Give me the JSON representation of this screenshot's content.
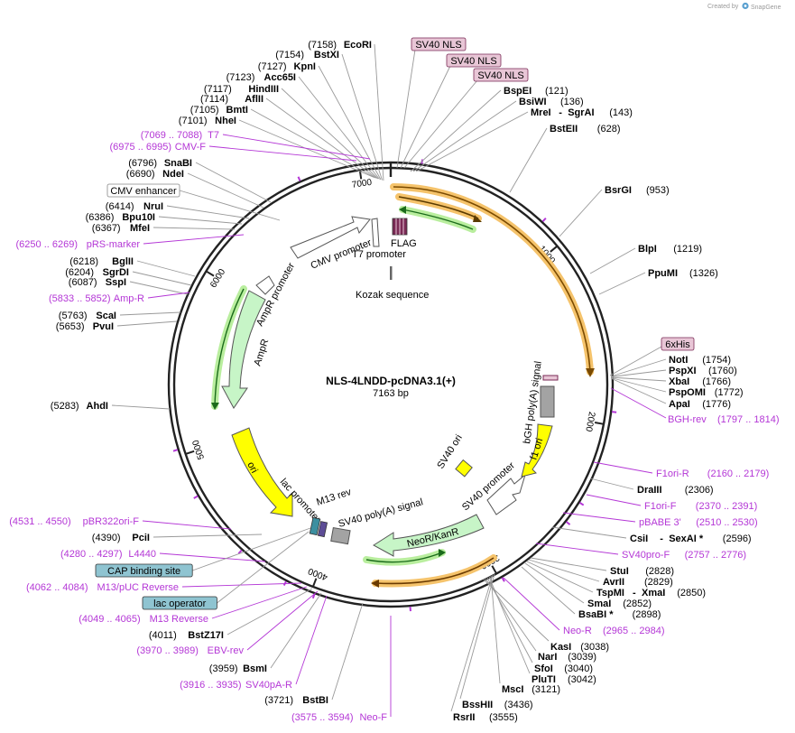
{
  "credit": "Created by",
  "brand": "SnapGene",
  "plasmid": {
    "name": "NLS-4LNDD-pcDNA3.1(+)",
    "size": "7163 bp"
  },
  "ring_ticks": [
    {
      "label": "1000"
    },
    {
      "label": "2000"
    },
    {
      "label": "3000"
    },
    {
      "label": "4000"
    },
    {
      "label": "5000"
    },
    {
      "label": "6000"
    },
    {
      "label": "7000"
    }
  ],
  "enzymes_left_top": [
    {
      "pos": "(7158)",
      "name": "EcoRI"
    },
    {
      "pos": "(7154)",
      "name": "BstXI"
    },
    {
      "pos": "(7127)",
      "name": "KpnI"
    },
    {
      "pos": "(7123)",
      "name": "Acc65I"
    },
    {
      "pos": "(7117)",
      "name": "HindIII"
    },
    {
      "pos": "(7114)",
      "name": "AflII"
    },
    {
      "pos": "(7105)",
      "name": "BmtI"
    },
    {
      "pos": "(7101)",
      "name": "NheI"
    }
  ],
  "primers_left_top": [
    {
      "range": "(7069 .. 7088)",
      "name": "T7"
    },
    {
      "range": "(6975 .. 6995)",
      "name": "CMV-F"
    }
  ],
  "left_group_2": [
    {
      "kind": "enzyme",
      "pos": "(6796)",
      "name": "SnaBI"
    },
    {
      "kind": "enzyme",
      "pos": "(6690)",
      "name": "NdeI"
    },
    {
      "kind": "boxed",
      "name": "CMV enhancer"
    },
    {
      "kind": "enzyme",
      "pos": "(6414)",
      "name": "NruI"
    },
    {
      "kind": "enzyme",
      "pos": "(6386)",
      "name": "Bpu10I"
    },
    {
      "kind": "enzyme",
      "pos": "(6367)",
      "name": "MfeI"
    },
    {
      "kind": "primer",
      "range": "(6250 .. 6269)",
      "name": "pRS-marker"
    },
    {
      "kind": "enzyme",
      "pos": "(6218)",
      "name": "BglII"
    },
    {
      "kind": "enzyme",
      "pos": "(6204)",
      "name": "SgrDI"
    },
    {
      "kind": "enzyme",
      "pos": "(6087)",
      "name": "SspI"
    },
    {
      "kind": "primer",
      "range": "(5833 .. 5852)",
      "name": "Amp-R"
    },
    {
      "kind": "enzyme",
      "pos": "(5763)",
      "name": "ScaI"
    },
    {
      "kind": "enzyme",
      "pos": "(5653)",
      "name": "PvuI"
    },
    {
      "kind": "enzyme",
      "pos": "(5283)",
      "name": "AhdI"
    }
  ],
  "left_bottom": [
    {
      "kind": "primer",
      "range": "(4531 .. 4550)",
      "name": "pBR322ori-F"
    },
    {
      "kind": "enzyme",
      "pos": "(4390)",
      "name": "PciI"
    },
    {
      "kind": "primer",
      "range": "(4280 .. 4297)",
      "name": "L4440"
    },
    {
      "kind": "teal",
      "name": "CAP binding site"
    },
    {
      "kind": "primer",
      "range": "(4062 .. 4084)",
      "name": "M13/pUC Reverse"
    },
    {
      "kind": "teal",
      "name": "lac operator"
    },
    {
      "kind": "primer",
      "range": "(4049 .. 4065)",
      "name": "M13 Reverse"
    },
    {
      "kind": "enzyme",
      "pos": "(4011)",
      "name": "BstZ17I"
    },
    {
      "kind": "primer",
      "range": "(3970 .. 3989)",
      "name": "EBV-rev"
    },
    {
      "kind": "enzyme",
      "pos": "(3959)",
      "name": "BsmI"
    },
    {
      "kind": "primer",
      "range": "(3916 .. 3935)",
      "name": "SV40pA-R"
    },
    {
      "kind": "enzyme",
      "pos": "(3721)",
      "name": "BstBI"
    },
    {
      "kind": "primer",
      "range": "(3575 .. 3594)",
      "name": "Neo-F"
    }
  ],
  "bottom_center": [
    {
      "name": "BssHII",
      "pos": "(3436)"
    },
    {
      "name": "RsrII",
      "pos": "(3555)"
    },
    {
      "name": "MscI",
      "pos": "(3121)"
    },
    {
      "name": "PluTI",
      "pos": "(3042)"
    },
    {
      "name": "SfoI",
      "pos": "(3040)"
    },
    {
      "name": "NarI",
      "pos": "(3039)"
    },
    {
      "name": "KasI",
      "pos": "(3038)"
    }
  ],
  "right_top": {
    "nls_boxes": [
      "SV40 NLS",
      "SV40 NLS",
      "SV40 NLS"
    ],
    "enzymes": [
      {
        "name": "BspEI",
        "pos": "(121)"
      },
      {
        "name": "BsiWI",
        "pos": "(136)"
      },
      {
        "name": "MreI",
        "sep": "-",
        "name2": "SgrAI",
        "pos": "(143)"
      },
      {
        "name": "BstEII",
        "pos": "(628)"
      },
      {
        "name": "BsrGI",
        "pos": "(953)"
      },
      {
        "name": "BlpI",
        "pos": "(1219)"
      },
      {
        "name": "PpuMI",
        "pos": "(1326)"
      }
    ]
  },
  "right_mid": {
    "box": "6xHis",
    "enzymes": [
      {
        "name": "NotI",
        "pos": "(1754)"
      },
      {
        "name": "PspXI",
        "pos": "(1760)"
      },
      {
        "name": "XbaI",
        "pos": "(1766)"
      },
      {
        "name": "PspOMI",
        "pos": "(1772)"
      },
      {
        "name": "ApaI",
        "pos": "(1776)"
      }
    ],
    "primer": {
      "name": "BGH-rev",
      "range": "(1797 .. 1814)"
    }
  },
  "right_lower": [
    {
      "kind": "primer",
      "name": "F1ori-R",
      "range": "(2160 .. 2179)"
    },
    {
      "kind": "enzyme",
      "name": "DraIII",
      "pos": "(2306)"
    },
    {
      "kind": "primer",
      "name": "F1ori-F",
      "range": "(2370 .. 2391)"
    },
    {
      "kind": "primer",
      "name": "pBABE 3'",
      "range": "(2510 .. 2530)"
    },
    {
      "kind": "enzyme2",
      "name": "CsiI",
      "sep": "-",
      "name2": "SexAI *",
      "pos": "(2596)"
    },
    {
      "kind": "primer",
      "name": "SV40pro-F",
      "range": "(2757 .. 2776)"
    },
    {
      "kind": "enzyme",
      "name": "StuI",
      "pos": "(2828)"
    },
    {
      "kind": "enzyme",
      "name": "AvrII",
      "pos": "(2829)"
    },
    {
      "kind": "enzyme2",
      "name": "TspMI",
      "sep": "-",
      "name2": "XmaI",
      "pos": "(2850)"
    },
    {
      "kind": "enzyme",
      "name": "SmaI",
      "pos": "(2852)"
    },
    {
      "kind": "enzyme",
      "name": "BsaBI *",
      "pos": "(2898)"
    },
    {
      "kind": "primer",
      "name": "Neo-R",
      "range": "(2965 .. 2984)"
    }
  ],
  "features": {
    "flag": "FLAG",
    "t7_promoter": "T7 promoter",
    "cmv_promoter": "CMV promoter",
    "kozak": "Kozak sequence",
    "ampr_promoter": "AmpR promoter",
    "ampr": "AmpR",
    "ori": "ori",
    "lac_promoter": "lac promoter",
    "m13_rev": "M13 rev",
    "sv40_polya": "SV40 poly(A) signal",
    "neo": "NeoR/KanR",
    "sv40_promoter": "SV40 promoter",
    "sv40_ori": "SV40 ori",
    "f1_ori": "f1 ori",
    "bgh": "bGH poly(A) signal"
  },
  "colors": {
    "primer": "#b437d6",
    "orange_feature": "#f5a623",
    "green_feature": "#7ed16b",
    "yellow_feature": "#ffff00",
    "nls_box": "#e8c6d6",
    "teal_box": "#8fc4d1",
    "ring": "#222222"
  },
  "icons": [
    "snapgene-logo-icon"
  ]
}
